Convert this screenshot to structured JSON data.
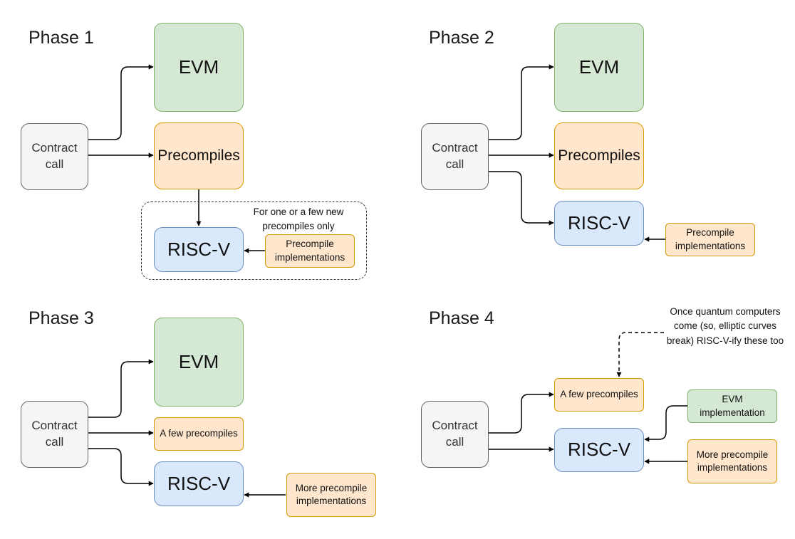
{
  "colors": {
    "evm_fill": "#d5e8d4",
    "evm_stroke": "#82b366",
    "precompile_fill": "#ffe6cc",
    "precompile_stroke": "#d79b00",
    "riscv_fill": "#dae8fc",
    "riscv_stroke": "#6c8ebf",
    "call_fill": "#f5f5f5",
    "call_stroke": "#666666"
  },
  "phase1": {
    "title": "Phase 1",
    "contract_call": "Contract call",
    "evm": "EVM",
    "precompiles": "Precompiles",
    "riscv": "RISC-V",
    "precompile_impl": "Precompile implementations",
    "note": "For one or a few new precompiles only"
  },
  "phase2": {
    "title": "Phase 2",
    "contract_call": "Contract call",
    "evm": "EVM",
    "precompiles": "Precompiles",
    "riscv": "RISC-V",
    "precompile_impl": "Precompile implementations"
  },
  "phase3": {
    "title": "Phase 3",
    "contract_call": "Contract call",
    "evm": "EVM",
    "few_precompiles": "A few precompiles",
    "riscv": "RISC-V",
    "more_impl": "More precompile implementations"
  },
  "phase4": {
    "title": "Phase 4",
    "contract_call": "Contract call",
    "few_precompiles": "A few precompiles",
    "riscv": "RISC-V",
    "evm_impl": "EVM implementation",
    "more_impl": "More precompile implementations",
    "note": "Once quantum computers come (so, elliptic curves break) RISC-V-ify these too"
  }
}
